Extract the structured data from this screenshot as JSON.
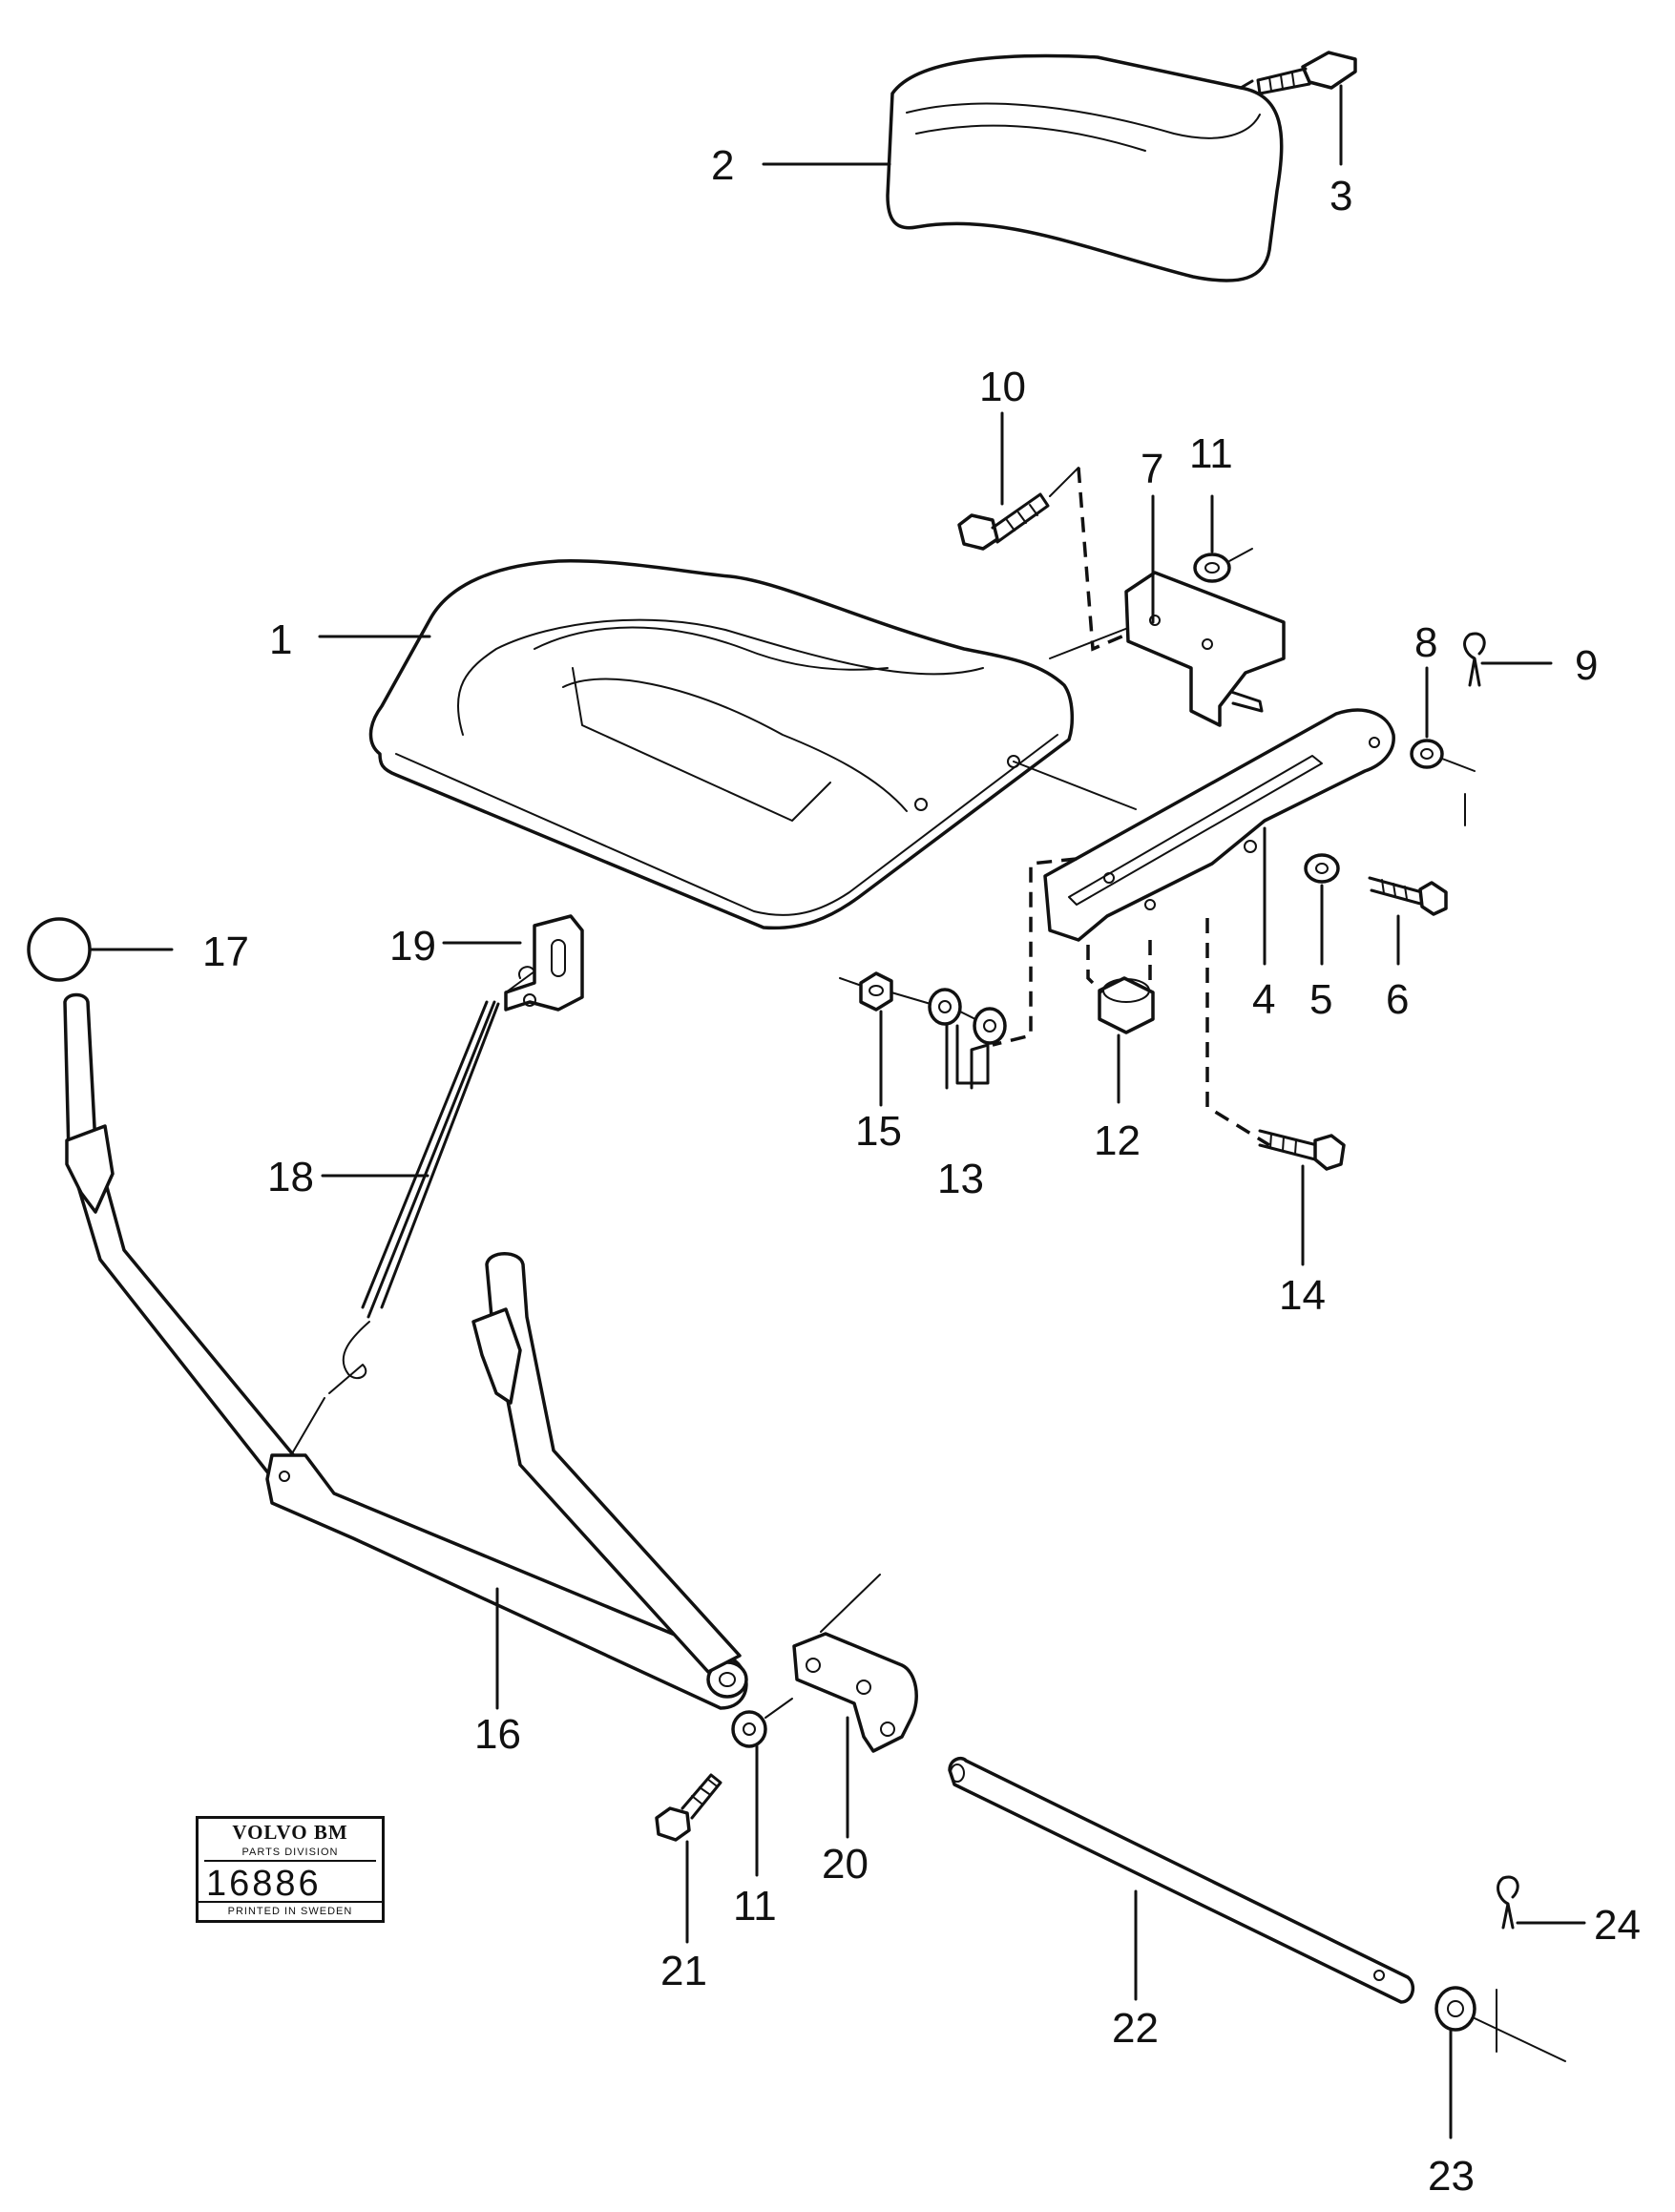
{
  "stamp": {
    "brand": "VOLVO BM",
    "division": "PARTS DIVISION",
    "number": "16886",
    "footer": "PRINTED IN SWEDEN"
  },
  "callouts": {
    "c1": "1",
    "c2": "2",
    "c3": "3",
    "c4": "4",
    "c5": "5",
    "c6": "6",
    "c7": "7",
    "c8": "8",
    "c9": "9",
    "c10": "10",
    "c11a": "11",
    "c11b": "11",
    "c12": "12",
    "c13": "13",
    "c14": "14",
    "c15": "15",
    "c16": "16",
    "c17": "17",
    "c18": "18",
    "c19": "19",
    "c20": "20",
    "c21": "21",
    "c22": "22",
    "c23": "23",
    "c24": "24"
  }
}
